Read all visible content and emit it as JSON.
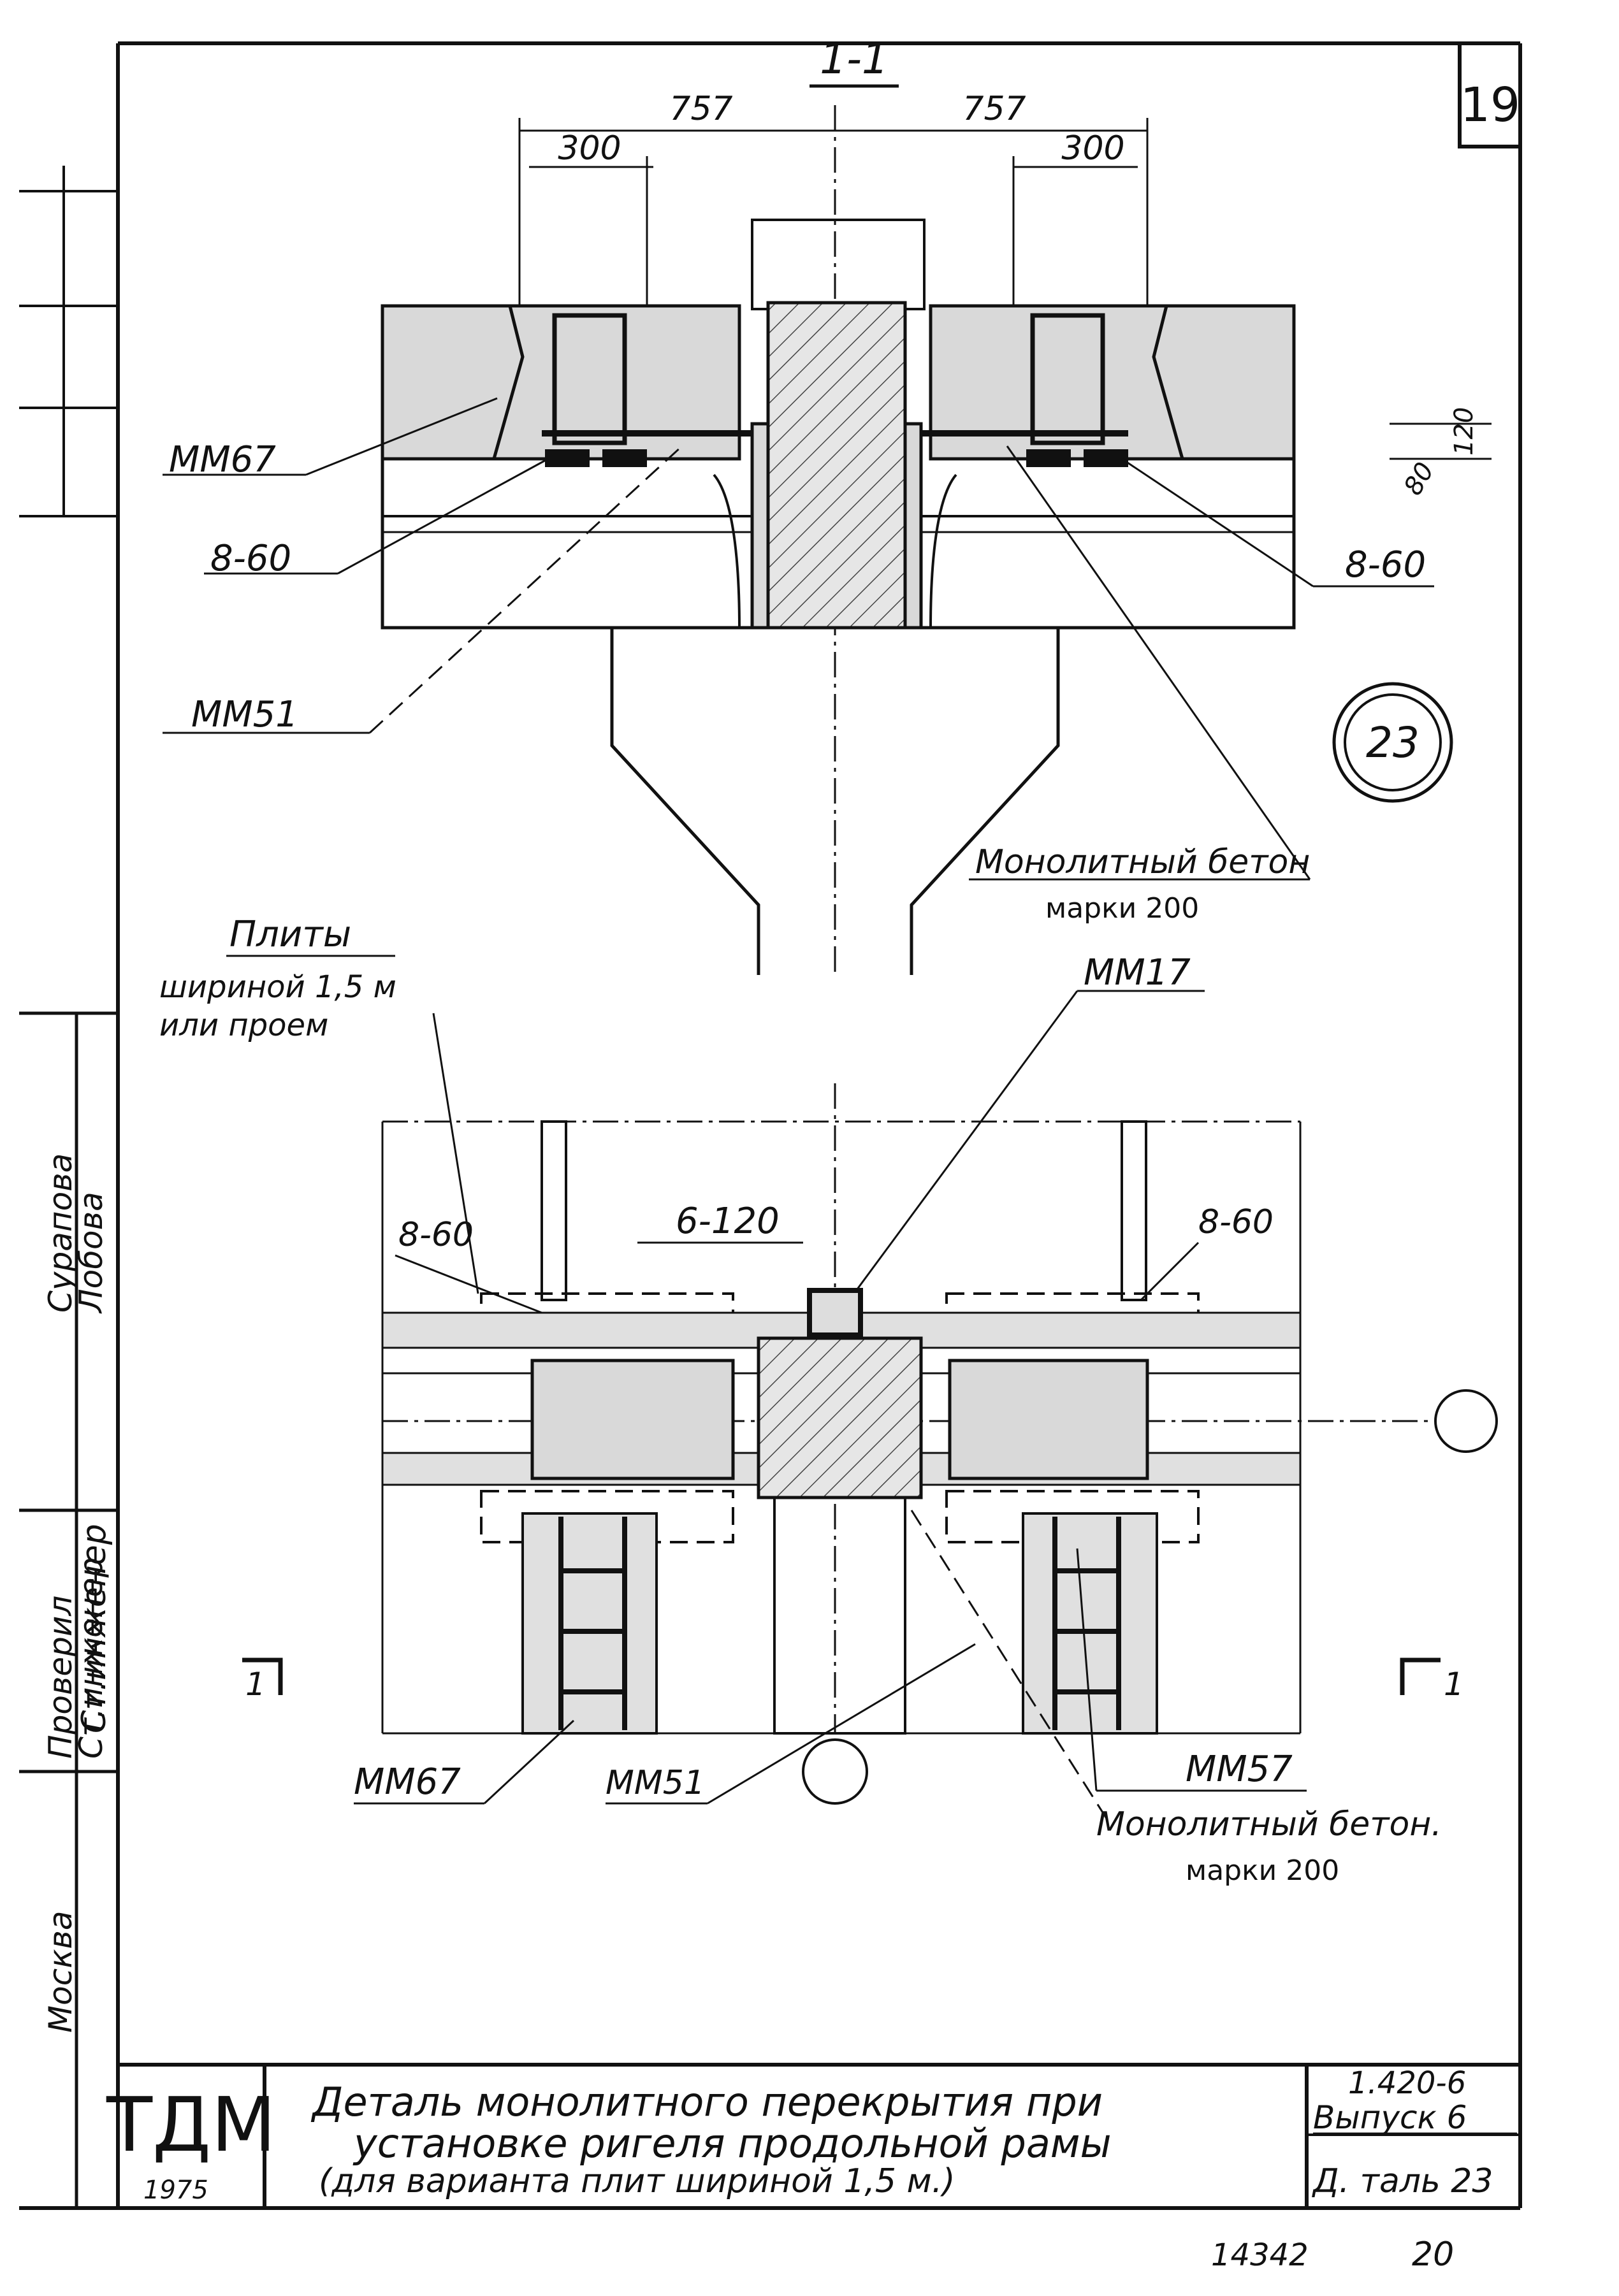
{
  "sheet": {
    "number": "19",
    "bottom_number": "14342",
    "bottom_page": "20"
  },
  "section": {
    "label": "1-1",
    "dim_left_outer": "757",
    "dim_right_outer": "757",
    "dim_left_inner": "300",
    "dim_right_inner": "300",
    "dim_80": "80",
    "dim_120": "120"
  },
  "labels": {
    "mm67_top": "ММ67",
    "weld_left_top": "8-60",
    "weld_right_top": "8-60",
    "mm51_top": "ММ51",
    "node_number": "23",
    "concrete_top_line1": "Монолитный бетон",
    "concrete_top_line2": "марки 200",
    "slabs_line1": "Плиты",
    "slabs_line2": "шириной 1,5 м",
    "slabs_line3": "или проем",
    "mm17": "ММ17",
    "weld_6_120": "6-120",
    "weld_left_plan": "8-60",
    "weld_right_plan": "8-60",
    "mm67_plan": "ММ67",
    "mm51_plan": "ММ51",
    "mm57_plan": "ММ57",
    "concrete_plan_line1": "Монолитный бетон.",
    "concrete_plan_line2": "марки 200",
    "cut_left": "1",
    "cut_right": "1"
  },
  "side_stamp": {
    "role1": "Ст.инженер",
    "role2": "Проверил",
    "name1": "Лобова",
    "name2": "Сурапова",
    "org": "Москва"
  },
  "title_block": {
    "logo": "ТДМ",
    "year": "1975",
    "title_line1": "Деталь монолитного перекрытия при",
    "title_line2": "установке ригеля продольной рамы",
    "title_line3": "(для варианта плит шириной 1,5 м.)",
    "series": "1.420-6",
    "issue": "Выпуск 6",
    "detail": "Д. таль 23"
  }
}
